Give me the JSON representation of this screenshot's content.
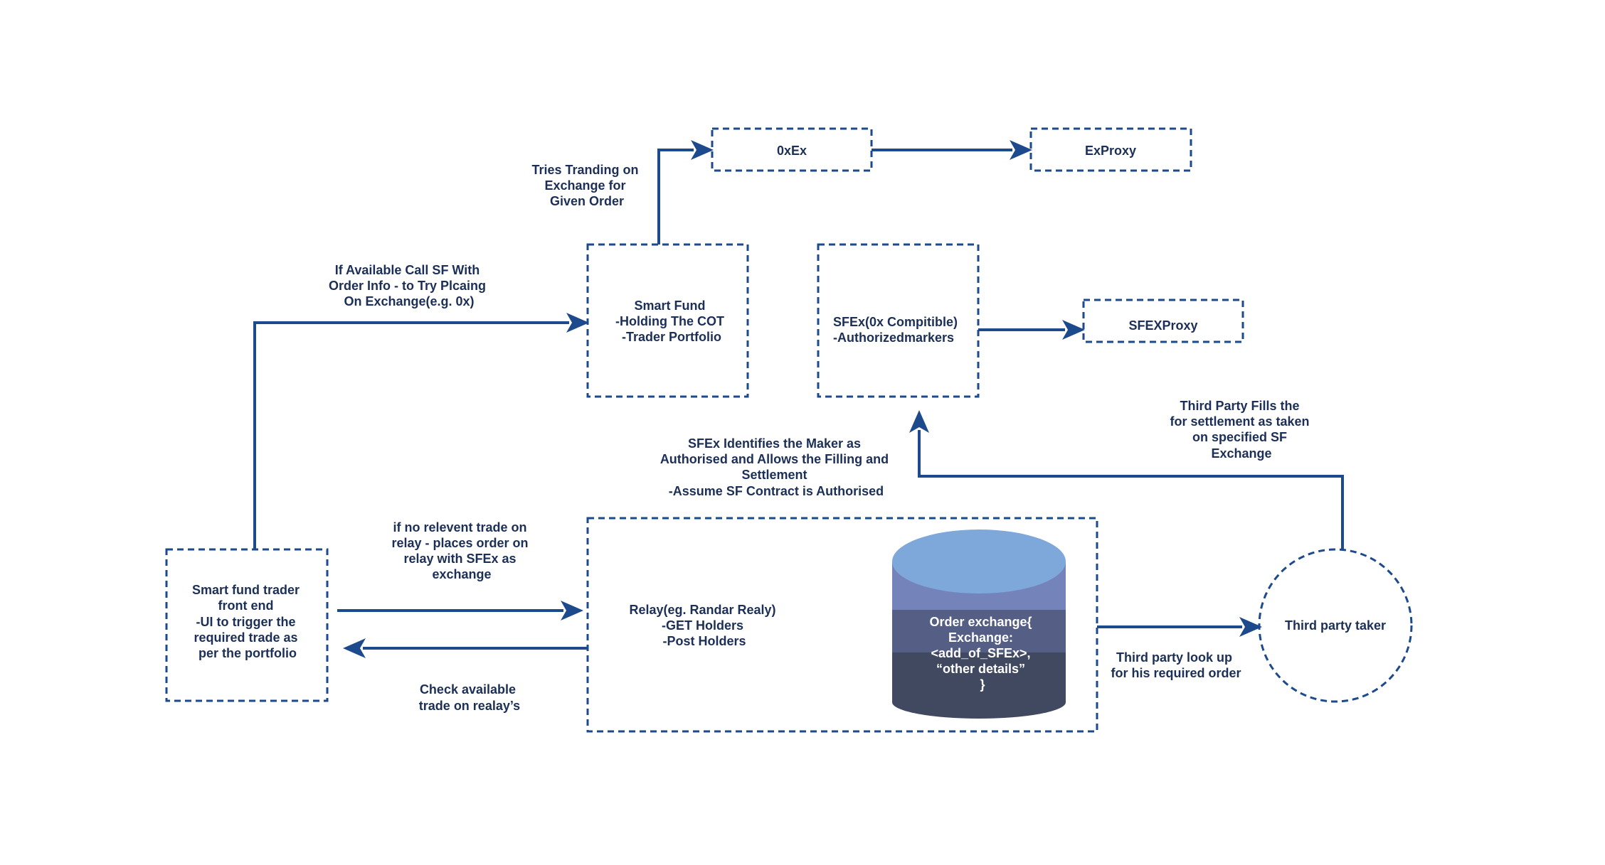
{
  "colors": {
    "line": "#1d4a8c",
    "text": "#1b2f57",
    "cylinder_top": "#7ea8da",
    "cylinder_band1": "#7484bb",
    "cylinder_band2": "#555f85",
    "cylinder_band3": "#414961"
  },
  "nodes": {
    "ox_ex": {
      "lines": [
        "0xEx"
      ]
    },
    "ex_proxy": {
      "lines": [
        "ExProxy"
      ]
    },
    "smart_fund": {
      "lines": [
        "Smart Fund",
        "-Holding The COT",
        "-Trader Portfolio"
      ]
    },
    "sfex": {
      "lines": [
        "SFEx(0x Compitible)",
        "-Authorizedmarkers"
      ]
    },
    "sfex_proxy": {
      "lines": [
        "SFEXProxy"
      ]
    },
    "front_end": {
      "lines": [
        "Smart fund trader",
        "front end",
        "-UI to trigger the",
        "required trade as",
        "per the portfolio"
      ]
    },
    "relay": {
      "lines": [
        "Relay(eg. Randar Realy)",
        "-GET Holders",
        "-Post Holders"
      ]
    },
    "order_db": {
      "lines": [
        "Order exchange{",
        "Exchange:",
        "<add_of_SFEx>,",
        "“other details”",
        "}"
      ]
    },
    "third_party": {
      "lines": [
        "Third party taker"
      ]
    }
  },
  "edge_labels": {
    "tries_trading": [
      "Tries Tranding on",
      "Exchange for",
      "Given Order"
    ],
    "if_available": [
      "If Available Call SF With",
      "Order Info -  to Try Plcaing",
      "On Exchange(e.g. 0x)"
    ],
    "if_no_relevant": [
      "if no relevent trade on",
      "relay - places order on",
      "relay with SFEx as",
      "exchange"
    ],
    "check_available": [
      "Check available",
      "trade on realay’s"
    ],
    "sfex_identifies": [
      "SFEx Identifies the Maker as",
      "Authorised and Allows the Filling and",
      "Settlement",
      "-Assume SF Contract is Authorised"
    ],
    "third_party_fills": [
      "Third Party Fills the",
      "for settlement as taken",
      "on specified SF",
      "Exchange"
    ],
    "third_party_lookup": [
      "Third party look up",
      "for his required order"
    ]
  }
}
